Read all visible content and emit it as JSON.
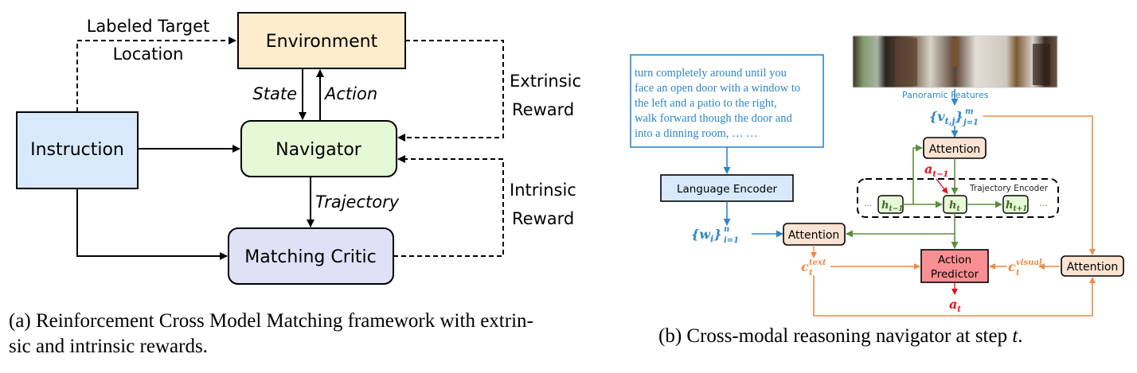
{
  "panel_a": {
    "nodes": {
      "environment": "Environment",
      "instruction": "Instruction",
      "navigator": "Navigator",
      "matching_critic": "Matching Critic"
    },
    "edge_labels": {
      "labeled_target_1": "Labeled Target",
      "labeled_target_2": "Location",
      "state": "State",
      "action": "Action",
      "trajectory": "Trajectory",
      "extrinsic_1": "Extrinsic",
      "extrinsic_2": "Reward",
      "intrinsic_1": "Intrinsic",
      "intrinsic_2": "Reward"
    },
    "caption_1": "(a) Reinforcement Cross Model Matching framework with extrin-",
    "caption_2": "sic and intrinsic rewards."
  },
  "panel_b": {
    "instruction_lines": [
      "turn completely around until you",
      "face an open door with a window to",
      "the left and a patio to the right,",
      "walk forward though the door and",
      "into a dinning room, … …"
    ],
    "panoramic_label": "Panoramic Features",
    "visual_features": "{v",
    "visual_sub": "t,j",
    "visual_range_sup": "m",
    "visual_range_sub": "j=1",
    "language_encoder": "Language Encoder",
    "word_features": "{w",
    "word_sub": "i",
    "word_range_sup": "n",
    "word_range_sub": "i=1",
    "attention": "Attention",
    "trajectory_encoder": "Trajectory Encoder",
    "h_prev": "h",
    "h_prev_sub": "t−1",
    "h_cur": "h",
    "h_cur_sub": "t",
    "h_next": "h",
    "h_next_sub": "t+1",
    "ellipsis": "···",
    "a_prev": "a",
    "a_prev_sub": "t−1",
    "action_predictor_1": "Action",
    "action_predictor_2": "Predictor",
    "a_t": "a",
    "a_t_sub": "t",
    "c_text": "c",
    "c_text_sup": "text",
    "c_text_sub": "t",
    "c_visual": "c",
    "c_visual_sup": "visual",
    "c_visual_sub": "t",
    "caption": "(b) Cross-modal reasoning navigator at step ",
    "caption_var": "t",
    "caption_end": "."
  },
  "colors": {
    "env_fill": "#fdeccb",
    "instr_fill": "#d7e9fb",
    "nav_fill": "#e6f9d6",
    "critic_fill": "#e0e0f7",
    "blue": "#2e86c8",
    "green": "#5b8f3a",
    "orange": "#ef8a45",
    "red": "#e8101a",
    "attn_fill": "#fbe3d3",
    "pred_fill": "#f98f92",
    "lang_fill": "#d7e9fb"
  }
}
